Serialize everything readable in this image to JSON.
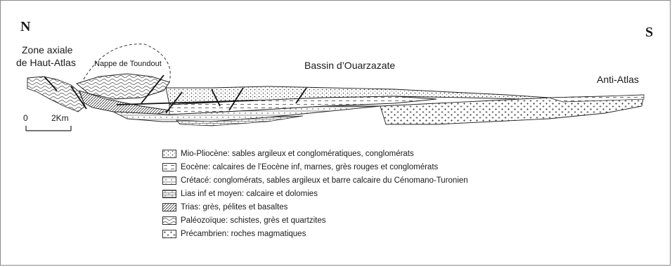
{
  "orientation": {
    "north": "N",
    "south": "S"
  },
  "places": {
    "zone_axiale_line1": "Zone axiale",
    "zone_axiale_line2": "de Haut-Atlas",
    "nappe": "Nappe de Toundout",
    "bassin": "Bassin d’Ouarzazate",
    "anti_atlas": "Anti-Atlas"
  },
  "scale": {
    "zero": "0",
    "distance": "2Km"
  },
  "legend": [
    {
      "unit": "mio-pliocene",
      "pattern": "dots",
      "text": "Mio-Pliocène: sables argileux et conglomératiques, conglomérats"
    },
    {
      "unit": "eocene",
      "pattern": "dashes",
      "text": "Eocène: calcaires de l’Eocène inf, marnes, grès rouges et conglomérats"
    },
    {
      "unit": "cretace",
      "pattern": "lines-dots",
      "text": "Crétacé: conglomérats, sables argileux et barre calcaire du Cénomano-Turonien"
    },
    {
      "unit": "lias",
      "pattern": "bricks",
      "text": "Lias inf et moyen: calcaire et dolomies"
    },
    {
      "unit": "trias",
      "pattern": "diagonal",
      "text": "Trias: grès, pélites et basaltes"
    },
    {
      "unit": "paleozoique",
      "pattern": "waves",
      "text": "Paléozoïque: schistes, grès et quartzites"
    },
    {
      "unit": "precambrien",
      "pattern": "crosses",
      "text": "Précambrien: roches magmatiques"
    }
  ]
}
